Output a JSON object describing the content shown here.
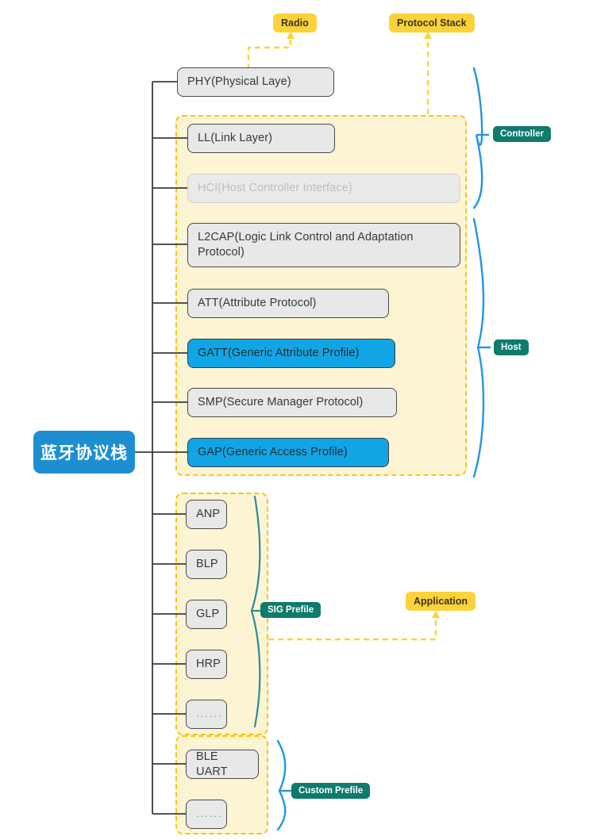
{
  "diagram": {
    "title": "蓝牙协议栈",
    "root": {
      "label": "蓝牙协议栈"
    },
    "colors": {
      "root_blue": "#1D8FD1",
      "highlight_blue": "#12A5E5",
      "group_fill": "#FDF4D3",
      "group_border": "#F5C518",
      "tag_yellow": "#FBD339",
      "tag_teal": "#0E7B6C",
      "bracket_blue": "#2196E3",
      "bracket_teal": "#2E8B93",
      "node_grey": "#E8E8E8",
      "node_disabled_text": "#BDBDBD"
    },
    "nodes": [
      {
        "id": "phy",
        "label": "PHY(Physical Laye)",
        "state": "normal"
      },
      {
        "id": "ll",
        "label": "LL(Link Layer)",
        "state": "normal"
      },
      {
        "id": "hci",
        "label": "HCI(Host Controller Interface)",
        "state": "disabled"
      },
      {
        "id": "l2cap",
        "label": "L2CAP(Logic Link Control and Adaptation Protocol)",
        "state": "normal"
      },
      {
        "id": "att",
        "label": "ATT(Attribute Protocol)",
        "state": "normal"
      },
      {
        "id": "gatt",
        "label": "GATT(Generic Attribute Profile)",
        "state": "highlight"
      },
      {
        "id": "smp",
        "label": "SMP(Secure Manager Protocol)",
        "state": "normal"
      },
      {
        "id": "gap",
        "label": "GAP(Generic Access Profile)",
        "state": "highlight"
      },
      {
        "id": "anp",
        "label": "ANP",
        "state": "normal"
      },
      {
        "id": "blp",
        "label": "BLP",
        "state": "normal"
      },
      {
        "id": "glp",
        "label": "GLP",
        "state": "normal"
      },
      {
        "id": "hrp",
        "label": "HRP",
        "state": "normal"
      },
      {
        "id": "sig-more",
        "label": "......",
        "state": "dots"
      },
      {
        "id": "ble-uart",
        "label": "BLE UART",
        "state": "normal"
      },
      {
        "id": "custom-more",
        "label": "......",
        "state": "dots"
      }
    ],
    "tags": {
      "radio": "Radio",
      "protocol_stack": "Protocol Stack",
      "application": "Application",
      "controller": "Controller",
      "host": "Host",
      "sig_profile": "SIG Prefile",
      "custom_profile": "Custom Prefile"
    }
  }
}
